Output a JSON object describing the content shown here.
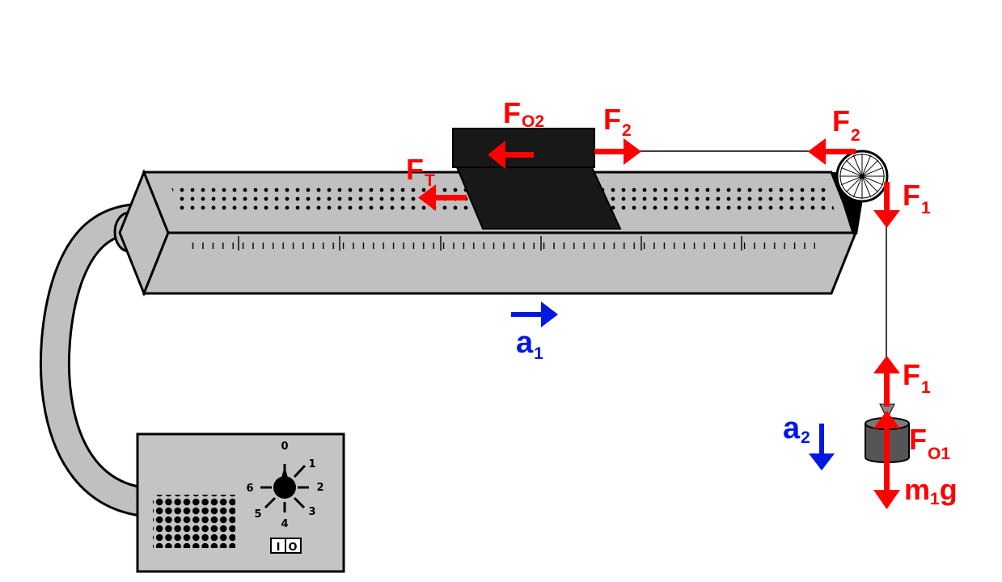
{
  "colors": {
    "force": "#ff0000",
    "acceleration": "#0018e0",
    "track": "#c0c0c0",
    "body_outline": "#000000",
    "cart": "#181818",
    "box": "#c4c4c4"
  },
  "labels": {
    "fo2_main": "F",
    "fo2_sub": "O2",
    "f2_left_main": "F",
    "f2_left_sub": "2",
    "f2_right_main": "F",
    "f2_right_sub": "2",
    "ft_main": "F",
    "ft_sub": "T",
    "f1_top_main": "F",
    "f1_top_sub": "1",
    "f1_bottom_main": "F",
    "f1_bottom_sub": "1",
    "fo1_main": "F",
    "fo1_sub": "O1",
    "m1g_main_a": "m",
    "m1g_sub": "1",
    "m1g_main_b": "g",
    "a1_main": "a",
    "a1_sub": "1",
    "a2_main": "a",
    "a2_sub": "2"
  },
  "blower": {
    "dial_numbers": [
      "0",
      "1",
      "2",
      "3",
      "4",
      "5",
      "6"
    ],
    "switch_on": "I",
    "switch_off": "O"
  }
}
